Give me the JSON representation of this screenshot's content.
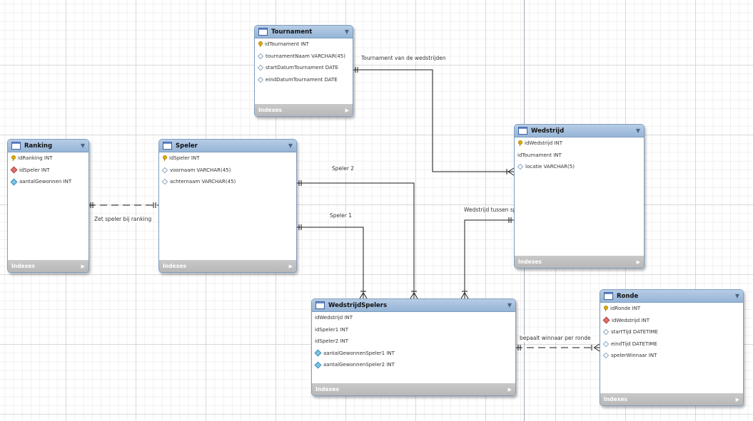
{
  "tables": {
    "tournament": {
      "title": "Tournament",
      "columns": [
        {
          "name": "idTournament INT",
          "icon": "key"
        },
        {
          "name": "tournamentNaam VARCHAR(45)",
          "icon": "column"
        },
        {
          "name": "startDatumTournament DATE",
          "icon": "column"
        },
        {
          "name": "eindDatumTournament DATE",
          "icon": "column"
        }
      ],
      "footer": "Indexes"
    },
    "ranking": {
      "title": "Ranking",
      "columns": [
        {
          "name": "idRanking INT",
          "icon": "key"
        },
        {
          "name": "idSpeler INT",
          "icon": "foreign-key"
        },
        {
          "name": "aantalGewonnen INT",
          "icon": "not-null"
        }
      ],
      "footer": "Indexes"
    },
    "speler": {
      "title": "Speler",
      "columns": [
        {
          "name": "idSpeler INT",
          "icon": "key"
        },
        {
          "name": "voornaam VARCHAR(45)",
          "icon": "column"
        },
        {
          "name": "achternaam VARCHAR(45)",
          "icon": "column"
        }
      ],
      "footer": "Indexes"
    },
    "wedstrijd": {
      "title": "Wedstrijd",
      "columns": [
        {
          "name": "idWedstrijd INT",
          "icon": "key"
        },
        {
          "name": "idTournament INT",
          "icon": "none"
        },
        {
          "name": "locatie VARCHAR(5)",
          "icon": "column"
        }
      ],
      "footer": "Indexes"
    },
    "wedstrijdspelers": {
      "title": "WedstrijdSpelers",
      "columns": [
        {
          "name": "idWedstrijd INT",
          "icon": "none"
        },
        {
          "name": "idSpeler1 INT",
          "icon": "none"
        },
        {
          "name": "idSpeler2 INT",
          "icon": "none"
        },
        {
          "name": "aantalGewonnenSpeler1 INT",
          "icon": "not-null"
        },
        {
          "name": "aantalGewonnenSpeler2 INT",
          "icon": "not-null"
        }
      ],
      "footer": "Indexes"
    },
    "ronde": {
      "title": "Ronde",
      "columns": [
        {
          "name": "idRonde INT",
          "icon": "key"
        },
        {
          "name": "idWedstrijd INT",
          "icon": "foreign-key"
        },
        {
          "name": "startTijd DATETIME",
          "icon": "column"
        },
        {
          "name": "eindTijd DATETIME",
          "icon": "column"
        },
        {
          "name": "spelerWinnaar INT",
          "icon": "column"
        }
      ],
      "footer": "Indexes"
    }
  },
  "relationships": {
    "tournament_wedstrijd": "Tournament van de wedstrijden",
    "speler_ranking": "Zet speler bij ranking",
    "speler2": "Speler 2",
    "speler1": "Speler 1",
    "wedstrijd_spelers": "Wedstrijd tussen speler",
    "ronde_winnaar": "bepaalt winnaar per ronde"
  },
  "colors": {
    "header": "#95b4d6",
    "footer": "#b8b8b8",
    "line": "#1a1a1a",
    "key": "#e4b000",
    "foreign_key": "#e07070",
    "not_null": "#7ec3e6"
  }
}
